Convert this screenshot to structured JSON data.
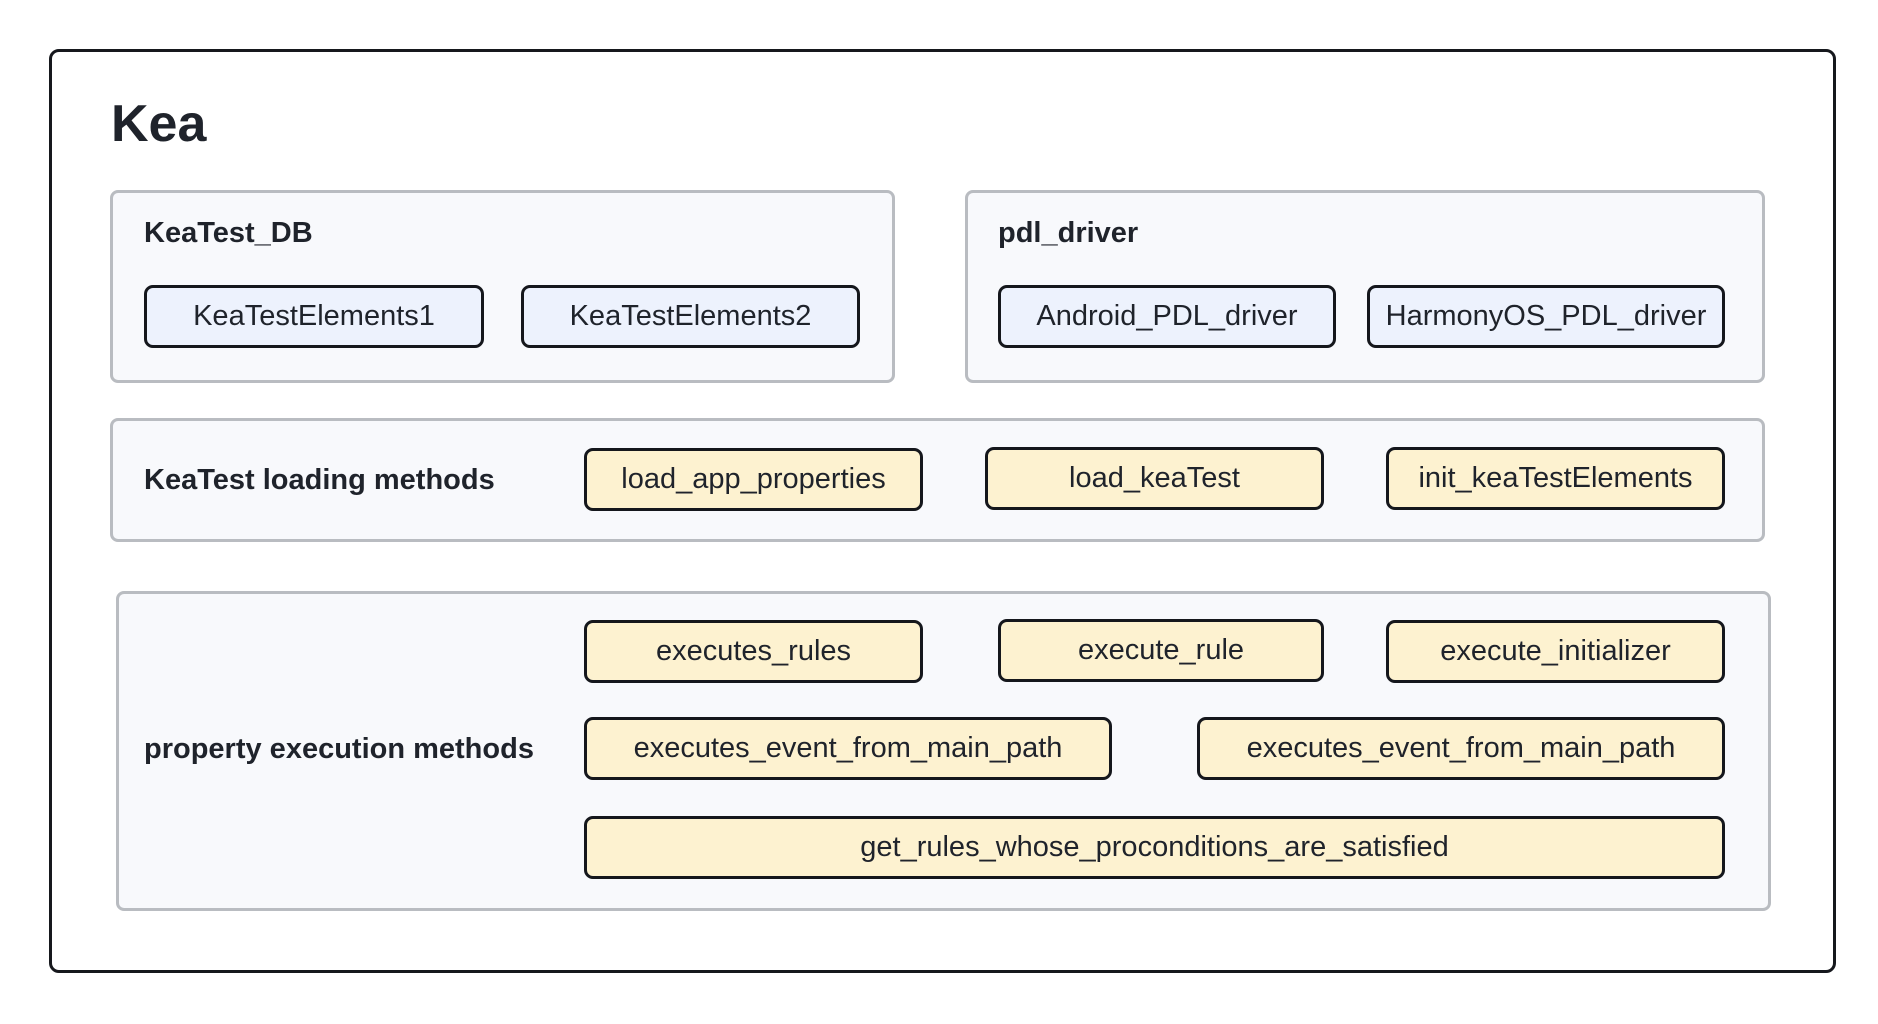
{
  "diagram": {
    "title": "Kea",
    "groups": {
      "db": {
        "label": "KeaTest_DB",
        "items": [
          "KeaTestElements1",
          "KeaTestElements2"
        ]
      },
      "driver": {
        "label": "pdl_driver",
        "items": [
          "Android_PDL_driver",
          "HarmonyOS_PDL_driver"
        ]
      },
      "loading": {
        "label": "KeaTest loading methods",
        "items": [
          "load_app_properties",
          "load_keaTest",
          "init_keaTestElements"
        ]
      },
      "execution": {
        "label": "property execution methods",
        "items": [
          "executes_rules",
          "execute_rule",
          "execute_initializer",
          "executes_event_from_main_path",
          "executes_event_from_main_path",
          "get_rules_whose_proconditions_are_satisfied"
        ]
      }
    },
    "colors": {
      "frame_border": "#16181d",
      "group_border": "#b9bcc1",
      "group_fill": "#f8f9fc",
      "data_node_fill": "#edf2fd",
      "method_node_fill": "#fdf2d0",
      "node_border": "#15171c"
    }
  }
}
